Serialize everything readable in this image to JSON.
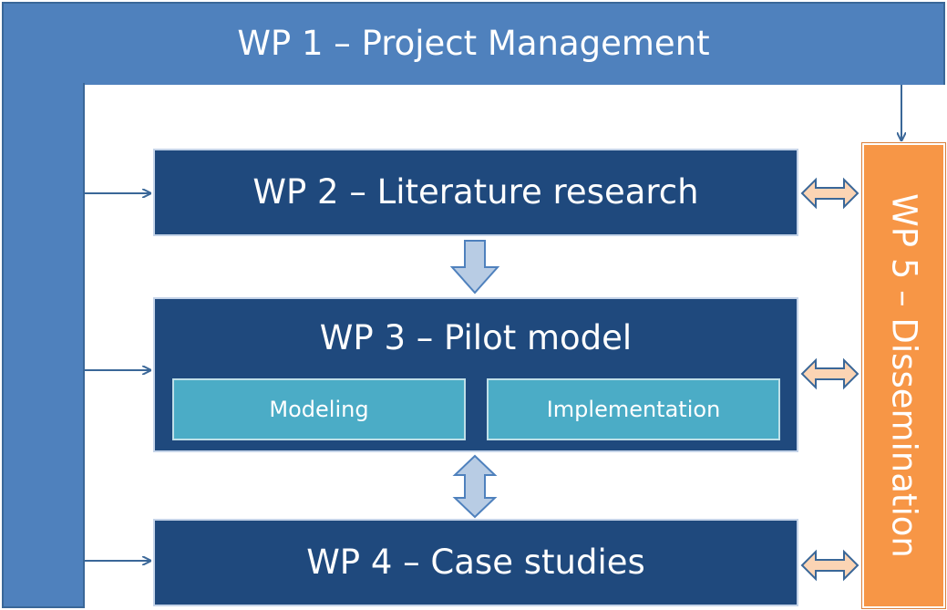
{
  "wp1": {
    "title": "WP 1 – Project Management"
  },
  "wp2": {
    "title": "WP 2 – Literature research"
  },
  "wp3": {
    "title": "WP 3 – Pilot model",
    "subtasks": [
      "Modeling",
      "Implementation"
    ]
  },
  "wp4": {
    "title": "WP 4 – Case studies"
  },
  "wp5": {
    "title": "WP 5 – Dissemination"
  },
  "colors": {
    "wp1": "#4f81bd",
    "wp2_wp3_wp4": "#1f497d",
    "subtask": "#4bacc6",
    "wp5": "#f79646",
    "flow_arrow": "#b8cce4",
    "link_arrow": "#fbd4b4"
  }
}
